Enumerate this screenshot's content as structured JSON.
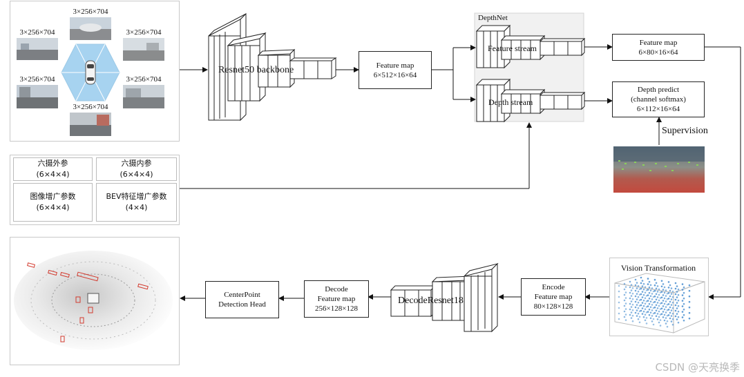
{
  "camera_panel": {
    "dims": [
      "3×256×704",
      "3×256×704",
      "3×256×704",
      "3×256×704",
      "3×256×704",
      "3×256×704"
    ]
  },
  "params_panel": {
    "cells": [
      {
        "name": "六摄外参",
        "dims": "(6×4×4)"
      },
      {
        "name": "六摄内参",
        "dims": "(6×4×4)"
      },
      {
        "name": "图像增广参数",
        "dims": "(6×4×4)"
      },
      {
        "name": "BEV特征增广参数",
        "dims": "(4×4)"
      }
    ]
  },
  "backbone": {
    "label": "Resnet50 backbone"
  },
  "feature_map_1": {
    "title": "Feature map",
    "dims": "6×512×16×64"
  },
  "depthnet": {
    "title": "DepthNet",
    "feature_stream": "Feature stream",
    "depth_stream": "Depth stream"
  },
  "feature_map_2": {
    "title": "Feature map",
    "dims": "6×80×16×64"
  },
  "depth_predict": {
    "title": "Depth predict",
    "subtitle": "(channel softmax)",
    "dims": "6×112×16×64"
  },
  "supervision": {
    "label": "Supervision"
  },
  "vision_transformation": {
    "title": "Vision Transformation"
  },
  "encode": {
    "title": "Encode",
    "subtitle": "Feature map",
    "dims": "80×128×128"
  },
  "decode_resnet": {
    "label": "DecodeResnet18"
  },
  "decode": {
    "title": "Decode",
    "subtitle": "Feature map",
    "dims": "256×128×128"
  },
  "head": {
    "line1": "CenterPoint",
    "line2": "Detection Head"
  },
  "watermark": {
    "text": "CSDN @天亮换季"
  }
}
